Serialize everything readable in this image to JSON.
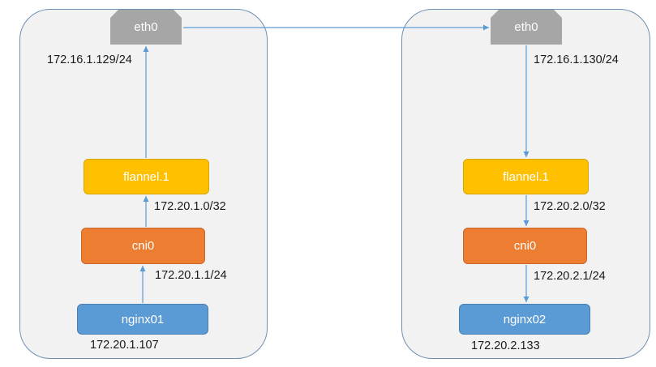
{
  "hosts": [
    {
      "eth": "eth0",
      "eth_ip": "172.16.1.129/24",
      "flannel": "flannel.1",
      "flannel_ip": "172.20.1.0/32",
      "cni": "cni0",
      "cni_ip": "172.20.1.1/24",
      "pod": "nginx01",
      "pod_ip": "172.20.1.107"
    },
    {
      "eth": "eth0",
      "eth_ip": "172.16.1.130/24",
      "flannel": "flannel.1",
      "flannel_ip": "172.20.2.0/32",
      "cni": "cni0",
      "cni_ip": "172.20.2.1/24",
      "pod": "nginx02",
      "pod_ip": "172.20.2.133"
    }
  ],
  "colors": {
    "flannel": "#ffc000",
    "cni": "#ed7d31",
    "pod": "#5b9bd5",
    "eth": "#a6a6a6",
    "arrow": "#5b9bd5"
  }
}
